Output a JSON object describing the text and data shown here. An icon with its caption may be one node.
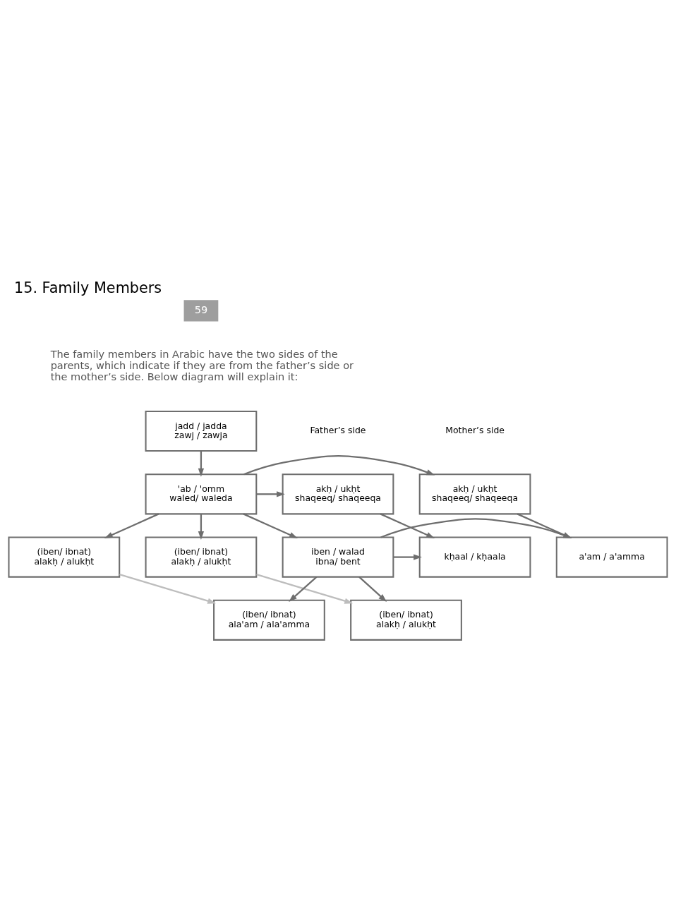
{
  "diagram": {
    "title": "15. Family Members",
    "nodes": [
      {
        "text": [
          "jadd / jadda",
          "zawj / zawja"
        ]
      },
      {
        "text": [
          "akḥ / ukḥt",
          "shaqeeq/ shaqeeqa"
        ]
      },
      {
        "text": [
          "'ab / 'omm",
          "waled/ waleda"
        ]
      },
      {
        "text": [
          "akḥ / ukḥt",
          "shaqeeq/ shaqeeqa"
        ]
      },
      {
        "text": [
          "(iben/ ibnat)",
          "alakḥ / alukḥt"
        ]
      },
      {
        "text": [
          "(iben/ ibnat)",
          "alakḥ / alukḥt"
        ]
      },
      {
        "text": [
          "a'am / a'amma"
        ]
      },
      {
        "text": [
          "iben / walad",
          "ibna/ bent"
        ]
      },
      {
        "text": [
          "kḥaal / kḥaala"
        ]
      },
      {
        "text": [
          "(iben/ ibnat)",
          "ala'am / ala'amma"
        ]
      },
      {
        "text": [
          "(iben/ ibnat)",
          "alakḥ / alukḥt"
        ]
      }
    ],
    "edges": [
      {
        "from": 0,
        "to": 2,
        "arrow": "to"
      },
      {
        "from": 2,
        "to": 1,
        "arrow": "to"
      },
      {
        "from": 2,
        "to": 3,
        "arrow": "to"
      },
      {
        "from": 2,
        "to": 4,
        "arrow": "to"
      },
      {
        "from": 2,
        "to": 5,
        "arrow": "to"
      },
      {
        "from": 2,
        "to": 7,
        "arrow": "to"
      },
      {
        "from": 7,
        "to": 6,
        "arrow": "to"
      },
      {
        "from": 7,
        "to": 8,
        "arrow": "to"
      },
      {
        "from": 7,
        "to": 9,
        "arrow": "to"
      },
      {
        "from": 7,
        "to": 10,
        "arrow": "to"
      },
      {
        "from": 1,
        "to": 6,
        "arrow": "to"
      },
      {
        "from": 4,
        "to": 9,
        "arrow": "to",
        "color": "#bdbdbd"
      },
      {
        "from": 3,
        "to": 8,
        "arrow": "to"
      },
      {
        "from": 5,
        "to": 10,
        "arrow": "to",
        "color": "#bdbdbd"
      }
    ],
    "labels": [
      "59",
      "The family members in Arabic have the two sides of the parents, which indicate if they are from the father’s side or the mother’s side. Below diagram will explain it:",
      "Father’s side",
      "Mother’s side"
    ]
  }
}
